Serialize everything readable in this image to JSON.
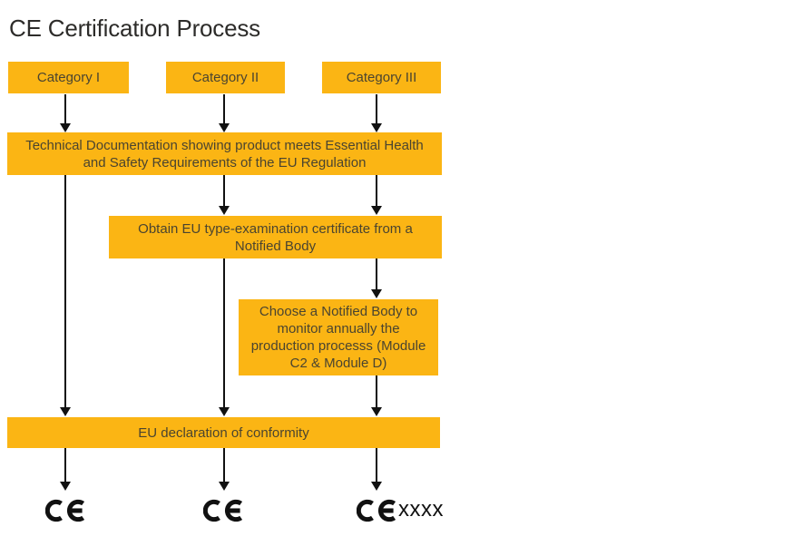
{
  "title": "CE Certification Process",
  "colors": {
    "box_fill": "#FBB514",
    "box_text": "#4A4430",
    "title_text": "#2D2C2A",
    "arrow_black": "#111111"
  },
  "nodes": {
    "category1": {
      "label": "Category I"
    },
    "category2": {
      "label": "Category II"
    },
    "category3": {
      "label": "Category III"
    },
    "tech_doc": {
      "label": "Technical Documentation showing product meets Essential Health and Safety Requirements of the EU Regulation"
    },
    "obtain_cert": {
      "label": "Obtain EU type-examination certificate from a Notified Body"
    },
    "choose_body": {
      "label": "Choose a Notified Body to monitor annually the production processs (Module C2 & Module D)"
    },
    "eu_declaration": {
      "label": "EU declaration of conformity"
    }
  },
  "outputs": {
    "ce_mark_1": "CE",
    "ce_mark_2": "CE",
    "ce_mark_3": "CE",
    "ce_mark_3_suffix": "xxxx"
  }
}
